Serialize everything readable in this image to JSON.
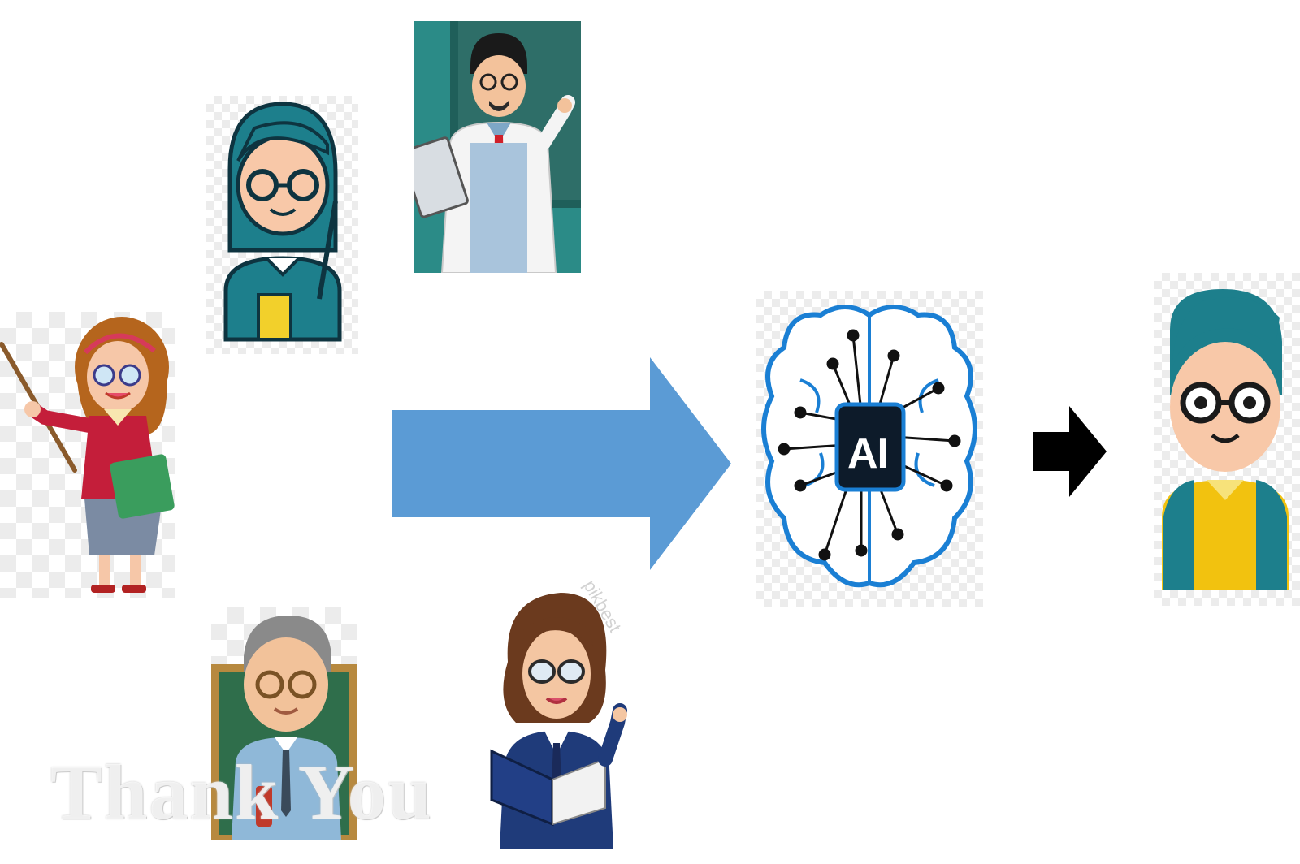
{
  "diagram": {
    "center_label": "AI",
    "watermark_text": "Thank You",
    "stock_watermark": "pikbest",
    "colors": {
      "big_arrow": "#5b9bd5",
      "small_arrow": "#000000",
      "brain_outline": "#1a7fd4",
      "chip": "#0d1b2a",
      "teal": "#1d7f8c"
    }
  }
}
